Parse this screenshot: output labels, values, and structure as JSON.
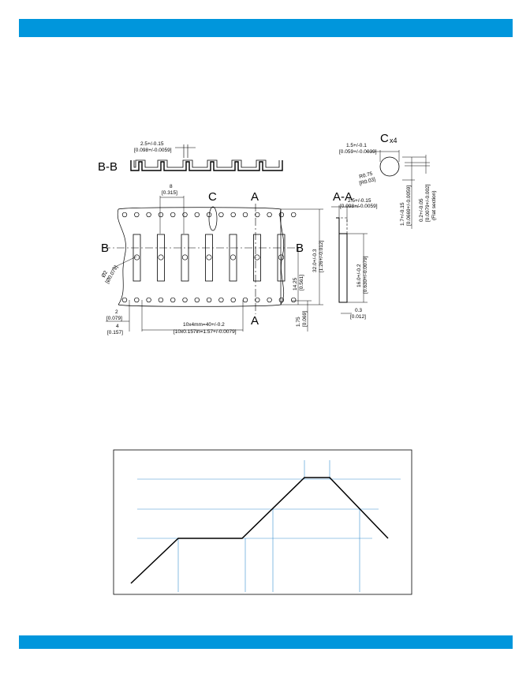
{
  "colors": {
    "brand": "#0096dc",
    "line": "#000000",
    "guide": "#3a8fd0"
  },
  "section_bb": {
    "label": "B-B",
    "pitch_dim": "2.5+/-0.15",
    "pitch_dim_in": "[0.098+/-0.0059]"
  },
  "top_view": {
    "pitch_dim": "8",
    "pitch_dim_in": "[0.315]",
    "detail_c": "C",
    "label_a_top": "A",
    "label_a_bottom": "A",
    "label_b_left": "B",
    "label_b_right": "B",
    "hole_dia": "Ø2",
    "hole_dia_in": "[Ø0.079]",
    "width_dim": "32.0+/-0.3",
    "width_dim_in": "[1.26+/-0.012]",
    "row_dim": "14.25",
    "row_dim_in": "[0.561]",
    "edge_dim": "1.75",
    "edge_dim_in": "[0.069]",
    "dim_2": "2",
    "dim_2_in": "[0.079]",
    "dim_4": "4",
    "dim_4_in": "[0.157]",
    "cum_pitch": "10x4mm=40+/-0.2",
    "cum_pitch_in": "[10x0.157in=1.57+/-0.0079]"
  },
  "detail_c": {
    "label": "C",
    "count": "x4",
    "dim": "1.5+/-0.1",
    "dim_in": "[0.059+/-0.0039]",
    "radius": "R0.75",
    "radius_in": "[R0.03]",
    "height": "1.7+/-0.15",
    "height_in": "[0.0669+/-0.0059]",
    "flat": "0.2+/-0.05",
    "flat_in": "[0.0079+/-0.002]",
    "flat_note": "(Flat section)"
  },
  "section_aa": {
    "label": "A-A",
    "pitch": "2.5+/-0.15",
    "pitch_in": "[0.098+/-0.0059]",
    "height": "16.0+/-0.2",
    "height_in": "[0.630+/-0.0079]",
    "thickness": "0.3",
    "thickness_in": "[0.012]"
  }
}
